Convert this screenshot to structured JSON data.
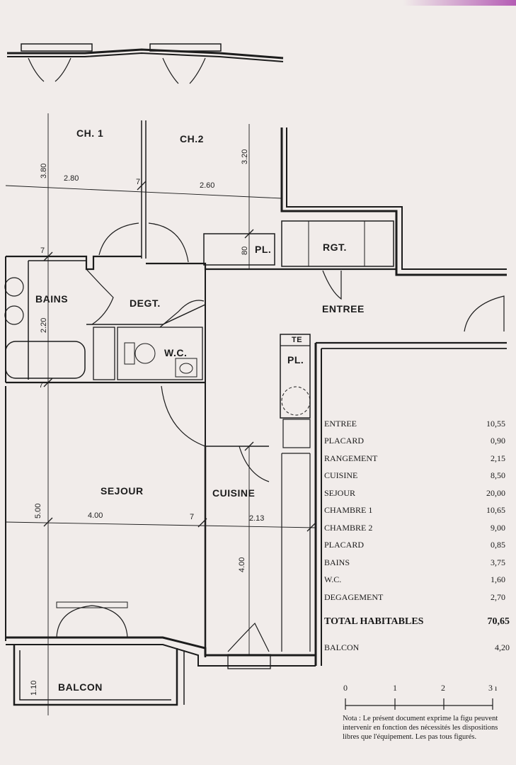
{
  "colors": {
    "paper": "#f1ecea",
    "ink": "#1c1c1c",
    "accent": "#b45cb4"
  },
  "rooms": {
    "ch1": "CH. 1",
    "ch2": "CH.2",
    "pl1": "PL.",
    "rgt": "RGT.",
    "bains": "BAINS",
    "degt": "DEGT.",
    "wc": "W.C.",
    "entree": "ENTREE",
    "te": "TE",
    "pl2": "PL.",
    "sejour": "SEJOUR",
    "cuisine": "CUISINE",
    "balcon": "BALCON"
  },
  "dimensions": {
    "ch1_h": "3.80",
    "ch2_h": "3.20",
    "ch1_w": "2.80",
    "wall_a": "7",
    "ch2_w": "2.60",
    "pl_h": "80",
    "wall_b": "7",
    "bains_h": "2.20",
    "wall_c": "7",
    "sejour_h": "5.00",
    "sejour_w": "4.00",
    "wall_d": "7",
    "cuisine_w": "2.13",
    "cuisine_h": "4.00",
    "balcon_h": "1.10"
  },
  "areas": [
    {
      "name": "ENTREE",
      "value": "10,55"
    },
    {
      "name": "PLACARD",
      "value": "0,90"
    },
    {
      "name": "RANGEMENT",
      "value": "2,15"
    },
    {
      "name": "CUISINE",
      "value": "8,50"
    },
    {
      "name": "SEJOUR",
      "value": "20,00"
    },
    {
      "name": "CHAMBRE 1",
      "value": "10,65"
    },
    {
      "name": "CHAMBRE 2",
      "value": "9,00"
    },
    {
      "name": "PLACARD",
      "value": "0,85"
    },
    {
      "name": "BAINS",
      "value": "3,75"
    },
    {
      "name": "W.C.",
      "value": "1,60"
    },
    {
      "name": "DEGAGEMENT",
      "value": "2,70"
    }
  ],
  "total": {
    "label": "TOTAL HABITABLES",
    "value": "70,65"
  },
  "balcon_area": {
    "label": "BALCON",
    "value": "4,20"
  },
  "scale": [
    "0",
    "1",
    "2",
    "3 ı"
  ],
  "note": "Nota : Le présent document exprime la figu peuvent intervenir en fonction des nécessités les dispositions libres que l'équipement. Les pas tous figurés."
}
